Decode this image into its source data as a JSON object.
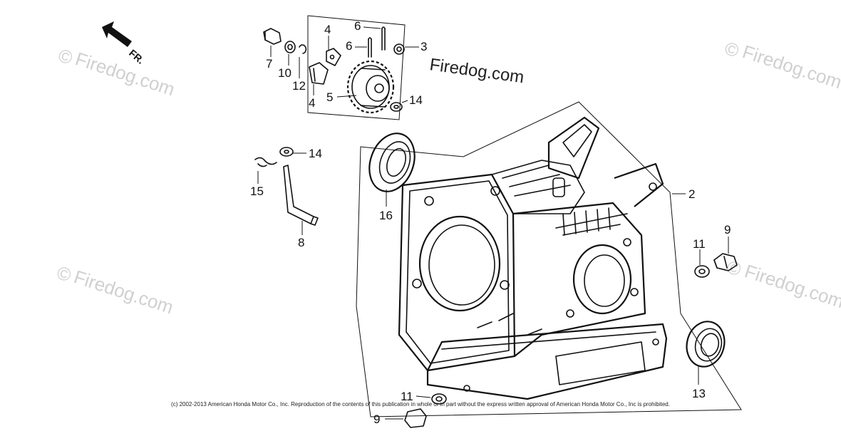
{
  "watermark": {
    "symbol": "©",
    "text": "Firedog.com",
    "center_text": "Firedog.com"
  },
  "direction": {
    "text": "FR."
  },
  "callouts": {
    "c7": "7",
    "c10": "10",
    "c12": "12",
    "c4a": "4",
    "c4b": "4",
    "c6a": "6",
    "c6b": "6",
    "c3": "3",
    "c5": "5",
    "c14a": "14",
    "c14b": "14",
    "c15": "15",
    "c8": "8",
    "c16": "16",
    "c2": "2",
    "c11a": "11",
    "c9a": "9",
    "c13": "13",
    "c11b": "11",
    "c9b": "9"
  },
  "copyright": "(c) 2002-2013 American Honda Motor Co., Inc. Reproduction of the contents of this publication in whole or in part without the express written approval of American Honda Motor Co., Inc is prohibited."
}
